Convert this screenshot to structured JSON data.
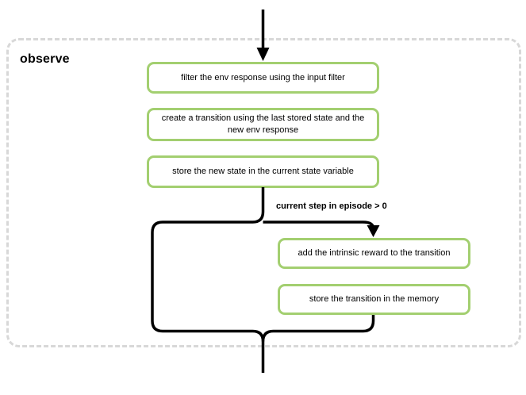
{
  "diagram": {
    "title": "observe",
    "nodes": [
      {
        "id": "filter-env-response",
        "label": "filter the env response using the input filter"
      },
      {
        "id": "create-transition",
        "label": "create a transition using the last stored state and the new env response"
      },
      {
        "id": "store-new-state",
        "label": "store the new state in the current state variable"
      },
      {
        "id": "add-intrinsic-reward",
        "label": "add the intrinsic reward to the transition"
      },
      {
        "id": "store-transition",
        "label": "store the transition in the memory"
      }
    ],
    "condition_label": "current step in episode > 0",
    "colors": {
      "node_border": "#a3cf70",
      "edge": "#000000",
      "container_border": "#d8d8d8",
      "background": "#ffffff",
      "text": "#000000"
    }
  }
}
